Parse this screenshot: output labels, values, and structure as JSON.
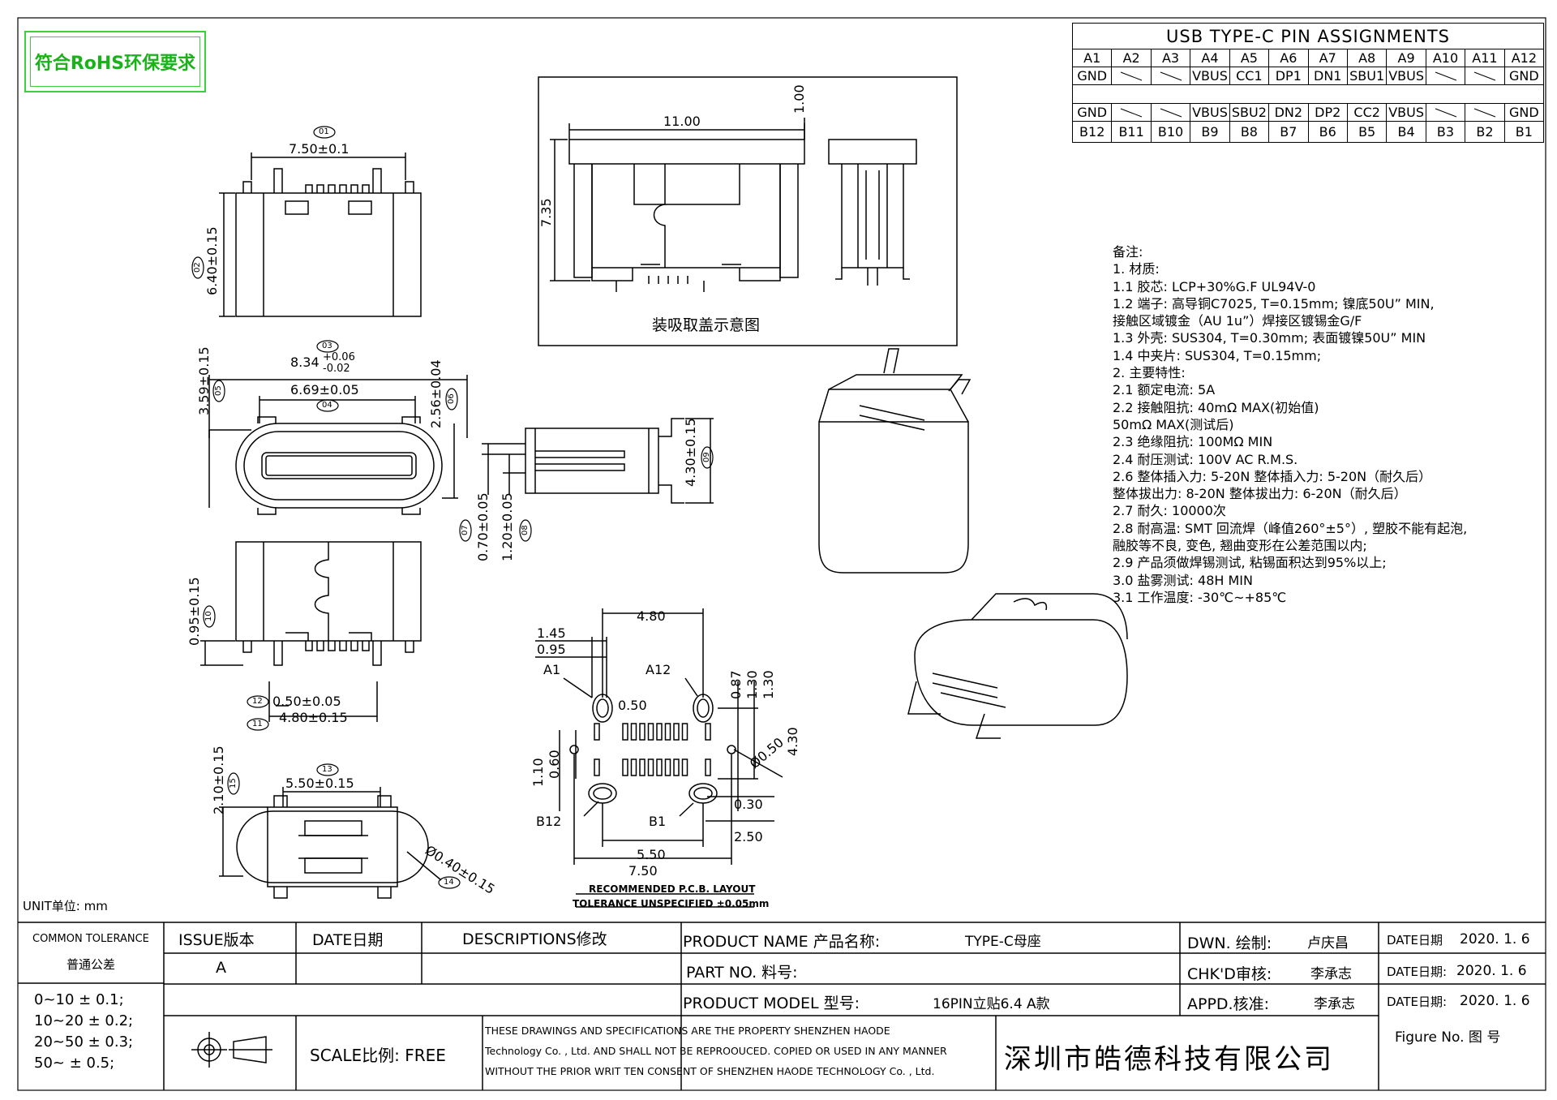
{
  "rohs_label": "符合RoHS环保要求",
  "pin_table": {
    "title": "USB TYPE-C PIN ASSIGNMENTS",
    "row_a_pins": [
      "A1",
      "A2",
      "A3",
      "A4",
      "A5",
      "A6",
      "A7",
      "A8",
      "A9",
      "A10",
      "A11",
      "A12"
    ],
    "row_a_signals": [
      "GND",
      "",
      "",
      "VBUS",
      "CC1",
      "DP1",
      "DN1",
      "SBU1",
      "VBUS",
      "",
      "",
      "GND"
    ],
    "row_b_signals": [
      "GND",
      "",
      "",
      "VBUS",
      "SBU2",
      "DN2",
      "DP2",
      "CC2",
      "VBUS",
      "",
      "",
      "GND"
    ],
    "row_b_pins": [
      "B12",
      "B11",
      "B10",
      "B9",
      "B8",
      "B7",
      "B6",
      "B5",
      "B4",
      "B3",
      "B2",
      "B1"
    ]
  },
  "dims": {
    "d01": "01",
    "d01_val": "7.50±0.1",
    "d02": "02",
    "d02_val": "6.40±0.15",
    "d03": "03",
    "d03_main": "8.34",
    "d03_tol_up": "+0.06",
    "d03_tol_dn": "-0.02",
    "d04": "04",
    "d04_val": "6.69±0.05",
    "d05": "05",
    "d05_val": "3.59±0.15",
    "d06": "06",
    "d06_val": "2.56±0.04",
    "d07": "07",
    "d07_val": "0.70±0.05",
    "d08": "08",
    "d08_val": "1.20±0.05",
    "d09": "09",
    "d09_val": "4.30±0.15",
    "d10": "10",
    "d10_val": "0.95±0.15",
    "d11": "11",
    "d11_val": "4.80±0.15",
    "d12": "12",
    "d12_val": "0.50±0.05",
    "d13": "13",
    "d13_val": "5.50±0.15",
    "d14": "14",
    "d14_val": "Ø0.40±0.15",
    "d15": "15",
    "d15_val": "2.10±0.15",
    "cap_width": "11.00",
    "cap_top": "1.00",
    "cap_height": "7.35",
    "cap_caption": "装吸取盖示意图",
    "pcb": {
      "w480": "4.80",
      "w145": "1.45",
      "w095": "0.95",
      "w050": "0.50",
      "h087": "0.87",
      "h130a": "1.30",
      "h130b": "1.30",
      "h430": "4.30",
      "h110": "1.10",
      "h060": "0.60",
      "d050": "Ø0.50",
      "w030": "0.30",
      "w250": "2.50",
      "w550": "5.50",
      "w750": "7.50",
      "a1": "A1",
      "a12": "A12",
      "b12": "B12",
      "b1": "B1",
      "caption1": "RECOMMENDED  P.C.B. LAYOUT",
      "caption2": "TOLERANCE  UNSPECIFIED  ±0.05mm"
    }
  },
  "notes": [
    "备注:",
    "1. 材质:",
    "1.1  胶芯: LCP+30%G.F  UL94V-0",
    "1.2  端子: 高导铜C7025, T=0.15mm; 镍底50U” MIN,",
    "           接触区域镀金（AU 1u”）焊接区镀锡金G/F",
    "1.3  外壳: SUS304, T=0.30mm; 表面镀镍50U” MIN",
    "1.4  中夹片: SUS304, T=0.15mm;",
    "2. 主要特性:",
    "2.1 额定电流: 5A",
    "2.2 接触阻抗: 40mΩ MAX(初始值)",
    "                 50mΩ  MAX(测试后)",
    "2.3 绝缘阻抗: 100MΩ MIN",
    "2.4 耐压测试: 100V AC R.M.S.",
    "2.6 整体插入力: 5-20N    整体插入力: 5-20N（耐久后）",
    "      整体拔出力: 8-20N       整体拔出力: 6-20N（耐久后）",
    "2.7 耐久: 10000次",
    "2.8 耐高温: SMT 回流焊（峰值260°±5°）, 塑胶不能有起泡,",
    "              融胶等不良, 变色, 翘曲变形在公差范围以内;",
    "2.9 产品须做焊锡测试, 粘锡面积达到95%以上;",
    "3.0 盐雾测试: 48H MIN",
    "3.1 工作温度: -30℃~+85℃"
  ],
  "unit": "UNIT单位: mm",
  "title_block": {
    "common_tolerance": "COMMON TOLERANCE",
    "common_tolerance_cn": "普通公差",
    "tol_rows": [
      "0~10   ± 0.1;",
      "10~20  ± 0.2;",
      "20~50  ± 0.3;",
      "50~     ± 0.5;"
    ],
    "issue": "ISSUE版本",
    "issue_val": "A",
    "date": "DATE日期",
    "descriptions": "DESCRIPTIONS修改",
    "product_name_label": "PRODUCT NAME  产品名称:",
    "product_name_val": "TYPE-C母座",
    "part_no_label": "PART NO.   料号:",
    "product_model_label": "PRODUCT MODEL 型号:",
    "product_model_val": "16PIN立贴6.4 A款",
    "scale": "SCALE比例: FREE",
    "property_text": [
      "THESE DRAWINGS AND SPECIFICATIONS ARE THE PROPERTY SHENZHEN HAODE",
      "Technology Co. , Ltd. AND SHALL NOT BE REPROOUCED. COPIED OR USED IN ANY MANNER",
      "WITHOUT   THE PRIOR WRIT TEN CONSENT OF  SHENZHEN HAODE TECHNOLOGY Co. , Ltd."
    ],
    "company": "深圳市皓德科技有限公司",
    "dwn_label": "DWN. 绘制:",
    "dwn_val": "卢庆昌",
    "chk_label": "CHK'D审核:",
    "chk_val": "李承志",
    "appd_label": "APPD.核准:",
    "appd_val": "李承志",
    "date1_label": "DATE日期",
    "date1_val": "2020. 1. 6",
    "date2_label": "DATE日期:",
    "date2_val": "2020. 1. 6",
    "date3_label": "DATE日期:",
    "date3_val": "2020. 1. 6",
    "figure_no": "Figure No.  图  号"
  }
}
